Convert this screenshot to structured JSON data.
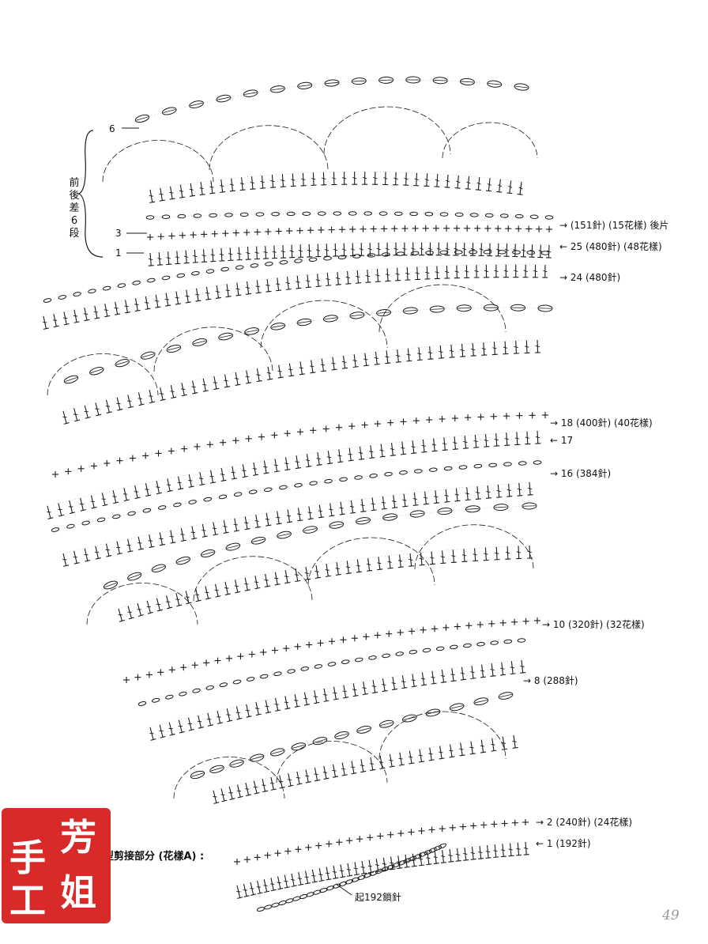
{
  "diagram": {
    "left_labels": [
      {
        "id": "r6",
        "text": "6"
      },
      {
        "id": "r3",
        "text": "3"
      },
      {
        "id": "r1",
        "text": "1"
      }
    ],
    "side_note": "前後差6段",
    "right_labels": [
      {
        "id": "back",
        "text": "→ (151針) (15花樣) 後片"
      },
      {
        "id": "r25",
        "text": "← 25 (480針) (48花樣)"
      },
      {
        "id": "r24",
        "text": "→ 24 (480針)"
      },
      {
        "id": "r18",
        "text": "→ 18 (400針) (40花樣)"
      },
      {
        "id": "r17",
        "text": "← 17"
      },
      {
        "id": "r16",
        "text": "→ 16 (384針)"
      },
      {
        "id": "r10",
        "text": "→ 10 (320針) (32花樣)"
      },
      {
        "id": "r8",
        "text": "→ 8 (288針)"
      },
      {
        "id": "r2",
        "text": "→ 2 (240針) (24花樣)"
      },
      {
        "id": "r1b",
        "text": "← 1 (192針)"
      }
    ],
    "section_title": "圓型剪接部分 (花樣A) :",
    "start_note": "起192鎖針",
    "page_number": "49"
  },
  "seal": {
    "chars": [
      "芳",
      "手",
      "姐",
      "工"
    ],
    "color": "#d92a2a"
  }
}
